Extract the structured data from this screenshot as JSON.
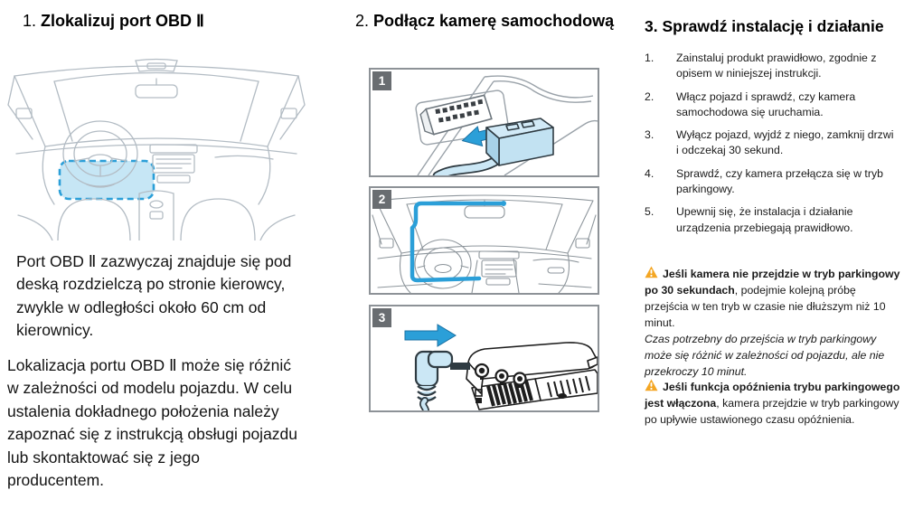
{
  "colors": {
    "accent_blue": "#2B9FD8",
    "cable_blue": "#CBE7F5",
    "line_grey": "#AEB7BF",
    "panel_line_grey": "#8E969C",
    "badge_grey": "#696D71",
    "warning_orange": "#F4A623"
  },
  "col1": {
    "heading_num": "1.",
    "heading": "Zlokalizuj port OBD Ⅱ",
    "illustration": "car-interior-obd-port-location",
    "para1": "Port OBD Ⅱ  zazwyczaj znajduje się pod deską rozdzielczą po stronie kierowcy, zwykle w odległości około 60 cm od kierownicy.",
    "para2": "Lokalizacja portu OBD Ⅱ  może się różnić w zależności od modelu pojazdu. W celu ustalenia dokładnego położenia należy zapoznać się z instrukcją obsługi pojazdu lub skontaktować się z jego producentem."
  },
  "col2": {
    "heading_num": "2.",
    "heading": "Podłącz kamerę samochodową",
    "panels": [
      {
        "badge": "1",
        "illustration": "obd-plug-into-port"
      },
      {
        "badge": "2",
        "illustration": "cable-routing-windshield"
      },
      {
        "badge": "3",
        "illustration": "power-plug-into-dashcam"
      }
    ]
  },
  "col3": {
    "heading_num": "3.",
    "heading": "Sprawdź instalację i działanie",
    "steps": [
      {
        "num": "1.",
        "text": "Zainstaluj produkt prawidłowo, zgodnie z opisem w niniejszej instrukcji."
      },
      {
        "num": "2.",
        "text": "Włącz pojazd i sprawdź, czy kamera samochodowa się uruchamia."
      },
      {
        "num": "3.",
        "text": "Wyłącz pojazd, wyjdź z niego, zamknij drzwi i odczekaj 30 sekund."
      },
      {
        "num": "4.",
        "text": "Sprawdź, czy kamera przełącza się w tryb parkingowy."
      },
      {
        "num": "5.",
        "text": "Upewnij się, że instalacja i działanie urządzenia przebiegają prawidłowo."
      }
    ],
    "warning1": {
      "bold": "Jeśli kamera nie przejdzie w tryb parkingowy po 30 sekundach",
      "normal": ", podejmie kolejną próbę przejścia w ten tryb w czasie nie dłuższym niż 10 minut.",
      "italic": "Czas potrzebny do przejścia w tryb parkingowy może się różnić w zależności od pojazdu, ale nie przekroczy 10 minut."
    },
    "warning2": {
      "bold": "Jeśli funkcja opóźnienia trybu parkingowego jest włączona",
      "normal": ", kamera przejdzie w tryb parkingowy po upływie ustawionego czasu opóźnienia."
    }
  }
}
